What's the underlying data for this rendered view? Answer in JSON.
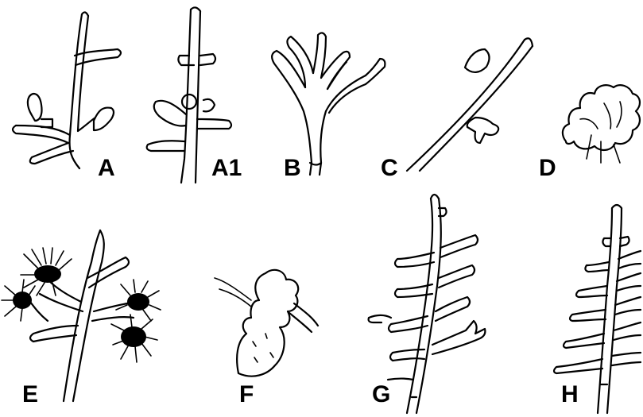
{
  "panels": [
    {
      "key": "A",
      "label": "A"
    },
    {
      "key": "A1",
      "label": "A1"
    },
    {
      "key": "B",
      "label": "B"
    },
    {
      "key": "C",
      "label": "C"
    },
    {
      "key": "D",
      "label": "D"
    },
    {
      "key": "E",
      "label": "E"
    },
    {
      "key": "F",
      "label": "F"
    },
    {
      "key": "G",
      "label": "G"
    },
    {
      "key": "H",
      "label": "H"
    }
  ]
}
